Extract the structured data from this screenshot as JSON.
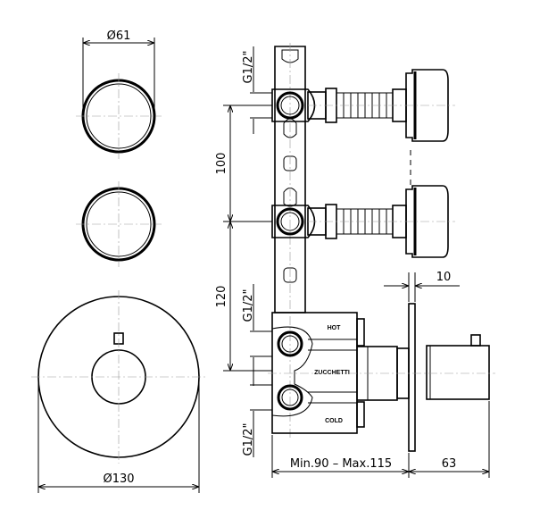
{
  "dimensions": {
    "front_knob_diameter": "Ø61",
    "plate_diameter": "Ø130",
    "spacing_upper": "100",
    "spacing_lower": "120",
    "thread_top": "G1/2\"",
    "thread_middle": "G1/2\"",
    "thread_bottom": "G1/2\"",
    "plate_thickness": "10",
    "wall_depth": "Min.90  –  Max.115",
    "handle_depth": "63"
  },
  "labels": {
    "hot": "HOT",
    "brand": "ZUCCHETTI",
    "cold": "COLD"
  }
}
